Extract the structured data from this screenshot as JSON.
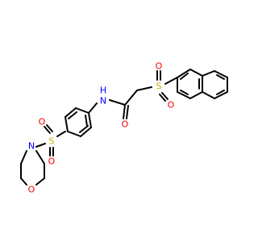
{
  "molecule": {
    "atom_labels": {
      "nitrogen_amide": "N",
      "hydrogen_amide": "H",
      "oxygen_carbonyl": "O",
      "sulfur_right": "S",
      "oxygen_right_a": "O",
      "oxygen_right_b": "O",
      "sulfur_left": "S",
      "oxygen_left_a": "O",
      "oxygen_left_b": "O",
      "nitrogen_morpholine": "N",
      "oxygen_morpholine": "O"
    },
    "colors": {
      "bond": "#000000",
      "nitrogen": "#0000ff",
      "oxygen": "#ff0000",
      "sulfur": "#ccaa00"
    }
  }
}
